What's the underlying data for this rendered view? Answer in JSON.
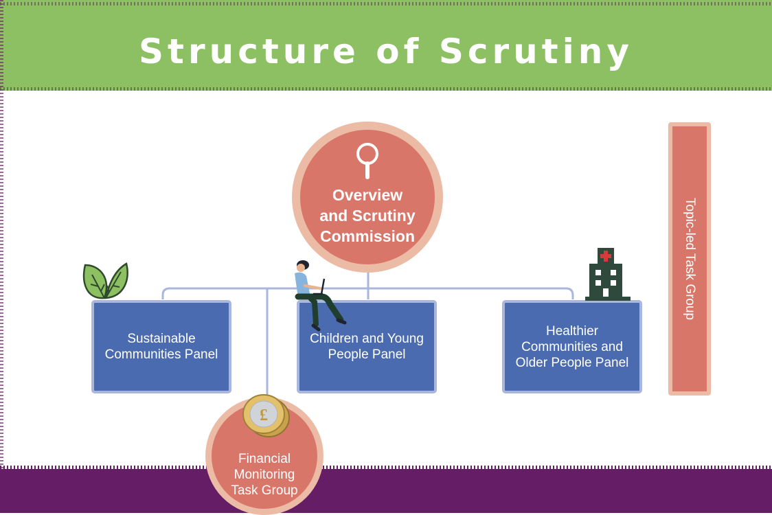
{
  "header": {
    "title": "Structure of Scrutiny"
  },
  "commission": {
    "line1": "Overview",
    "line2": "and Scrutiny",
    "line3": "Commission",
    "icon": "magnifier-icon"
  },
  "panels": [
    {
      "label": "Sustainable Communities Panel",
      "icon": "leaves-icon"
    },
    {
      "label": "Children and Young People Panel",
      "icon": "person-with-laptop-icon"
    },
    {
      "label": "Healthier Communities and Older People Panel",
      "icon": "hospital-icon"
    }
  ],
  "finance": {
    "line1": "Financial",
    "line2": "Monitoring",
    "line3": "Task Group",
    "icon": "pound-coins-icon"
  },
  "topic": {
    "label": "Topic-led Task Group"
  },
  "colors": {
    "header_green": "#8cc063",
    "footer_purple": "#651e65",
    "panel_blue": "#4a6bb0",
    "circle_coral": "#d9766a",
    "circle_ring": "#ecbba5"
  }
}
